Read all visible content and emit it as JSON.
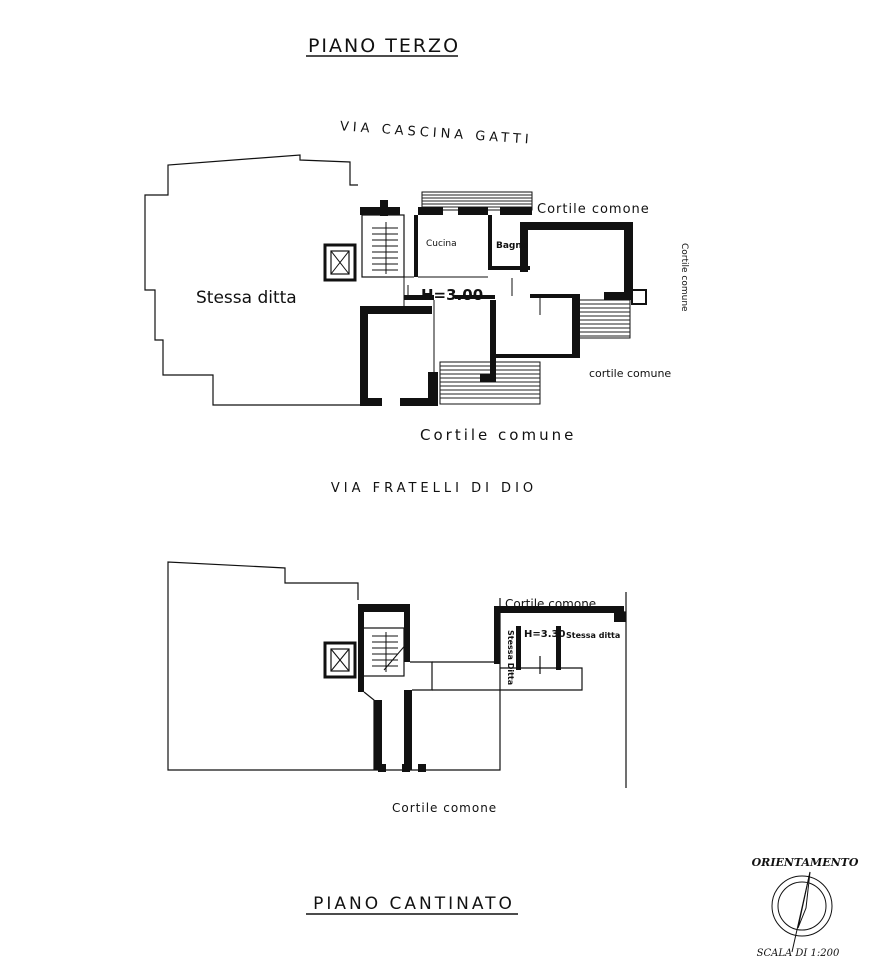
{
  "titles": {
    "top_floor": "PIANO TERZO",
    "basement": "PIANO CANTINATO"
  },
  "streets": {
    "north": "VIA CASCINA GATTI",
    "south": "VIA FRATELLI DI DIO"
  },
  "third_floor": {
    "neighbor": "Stessa ditta",
    "kitchen": "Cucina",
    "bath": "Bagno",
    "height": "H=3.00",
    "courtyard_top": "Cortile comone",
    "courtyard_side": "Cortile comune",
    "courtyard_right": "cortile comune",
    "courtyard_bottom": "Cortile comune"
  },
  "basement_floor": {
    "courtyard_top": "Cortile comone",
    "courtyard_bottom": "Cortile comone",
    "height": "H=3.30",
    "neighbor_left": "Stessa Ditta",
    "neighbor_right": "Stessa ditta"
  },
  "orientation": {
    "label": "ORIENTAMENTO",
    "scale": "SCALA DI 1:200"
  }
}
